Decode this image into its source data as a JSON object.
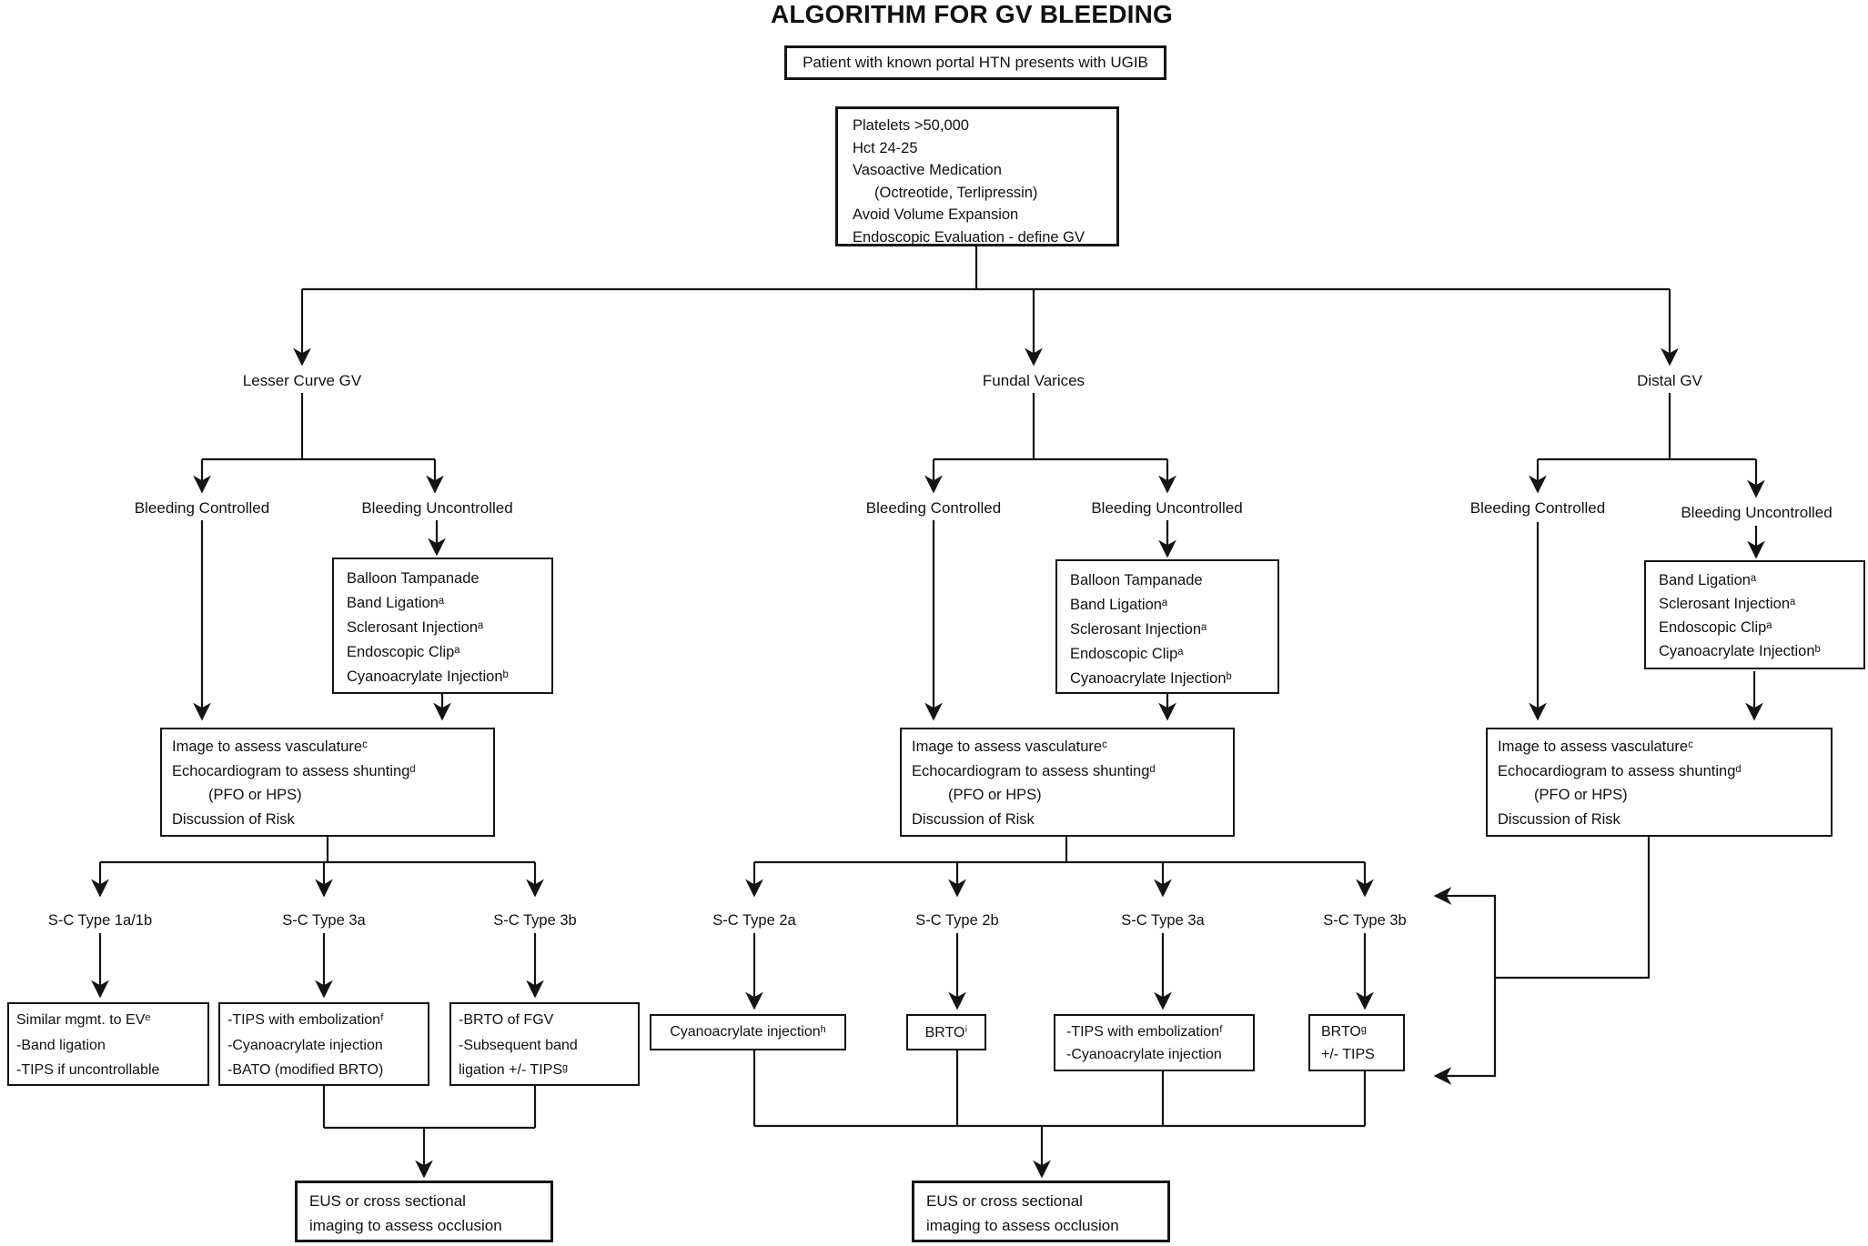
{
  "title": "ALGORITHM FOR GV BLEEDING",
  "start": {
    "text": "Patient with known portal HTN presents with UGIB"
  },
  "initial": {
    "lines": [
      "Platelets >50,000",
      "Hct 24-25",
      "Vasoactive Medication",
      "(Octreotide, Terlipressin)",
      "Avoid Volume Expansion",
      "Endoscopic Evaluation - define GV"
    ]
  },
  "branches": {
    "left": {
      "label": "Lesser Curve GV",
      "controlled": "Bleeding Controlled",
      "uncontrolled": "Bleeding Uncontrolled",
      "treatment": {
        "lines": [
          "Balloon Tampanade",
          "Band Ligationᵃ",
          "Sclerosant Injectionᵃ",
          "Endoscopic Clipᵃ",
          "Cyanoacrylate Injectionᵇ"
        ]
      },
      "assessment": {
        "lines": [
          "Image to assess vasculatureᶜ",
          "Echocardiogram to assess shuntingᵈ",
          "(PFO or HPS)",
          "Discussion of Risk"
        ]
      },
      "sc_types": [
        "S-C Type 1a/1b",
        "S-C Type 3a",
        "S-C Type 3b"
      ],
      "outcomes": [
        {
          "lines": [
            "Similar mgmt. to EVᵉ",
            "-Band ligation",
            "-TIPS if uncontrollable"
          ]
        },
        {
          "lines": [
            "-TIPS with embolizationᶠ",
            "-Cyanoacrylate injection",
            "-BATO (modified BRTO)"
          ]
        },
        {
          "lines": [
            "-BRTO of FGV",
            "-Subsequent band",
            "ligation +/- TIPSᵍ"
          ]
        }
      ],
      "followup": {
        "lines": [
          "EUS or cross sectional",
          "imaging to assess occlusion"
        ]
      }
    },
    "middle": {
      "label": "Fundal Varices",
      "controlled": "Bleeding Controlled",
      "uncontrolled": "Bleeding Uncontrolled",
      "treatment": {
        "lines": [
          "Balloon Tampanade",
          "Band Ligationᵃ",
          "Sclerosant Injectionᵃ",
          "Endoscopic Clipᵃ",
          "Cyanoacrylate Injectionᵇ"
        ]
      },
      "assessment": {
        "lines": [
          "Image to assess vasculatureᶜ",
          "Echocardiogram to assess shuntingᵈ",
          "(PFO or HPS)",
          "Discussion of Risk"
        ]
      },
      "sc_types": [
        "S-C Type 2a",
        "S-C Type 2b",
        "S-C Type 3a",
        "S-C Type 3b"
      ],
      "outcomes": [
        {
          "lines": [
            "Cyanoacrylate injectionʰ"
          ]
        },
        {
          "lines": [
            "BRTOⁱ"
          ]
        },
        {
          "lines": [
            "-TIPS with embolizationᶠ",
            "-Cyanoacrylate injection"
          ]
        },
        {
          "lines": [
            "BRTOᵍ",
            "+/- TIPS"
          ]
        }
      ],
      "followup": {
        "lines": [
          "EUS or cross sectional",
          "imaging to assess occlusion"
        ]
      }
    },
    "right": {
      "label": "Distal GV",
      "controlled": "Bleeding Controlled",
      "uncontrolled": "Bleeding Uncontrolled",
      "treatment": {
        "lines": [
          "Band Ligationᵃ",
          "Sclerosant Injectionᵃ",
          "Endoscopic Clipᵃ",
          "Cyanoacrylate Injectionᵇ"
        ]
      },
      "assessment": {
        "lines": [
          "Image to assess vasculatureᶜ",
          "Echocardiogram to assess shuntingᵈ",
          "(PFO or HPS)",
          "Discussion of Risk"
        ]
      }
    }
  }
}
